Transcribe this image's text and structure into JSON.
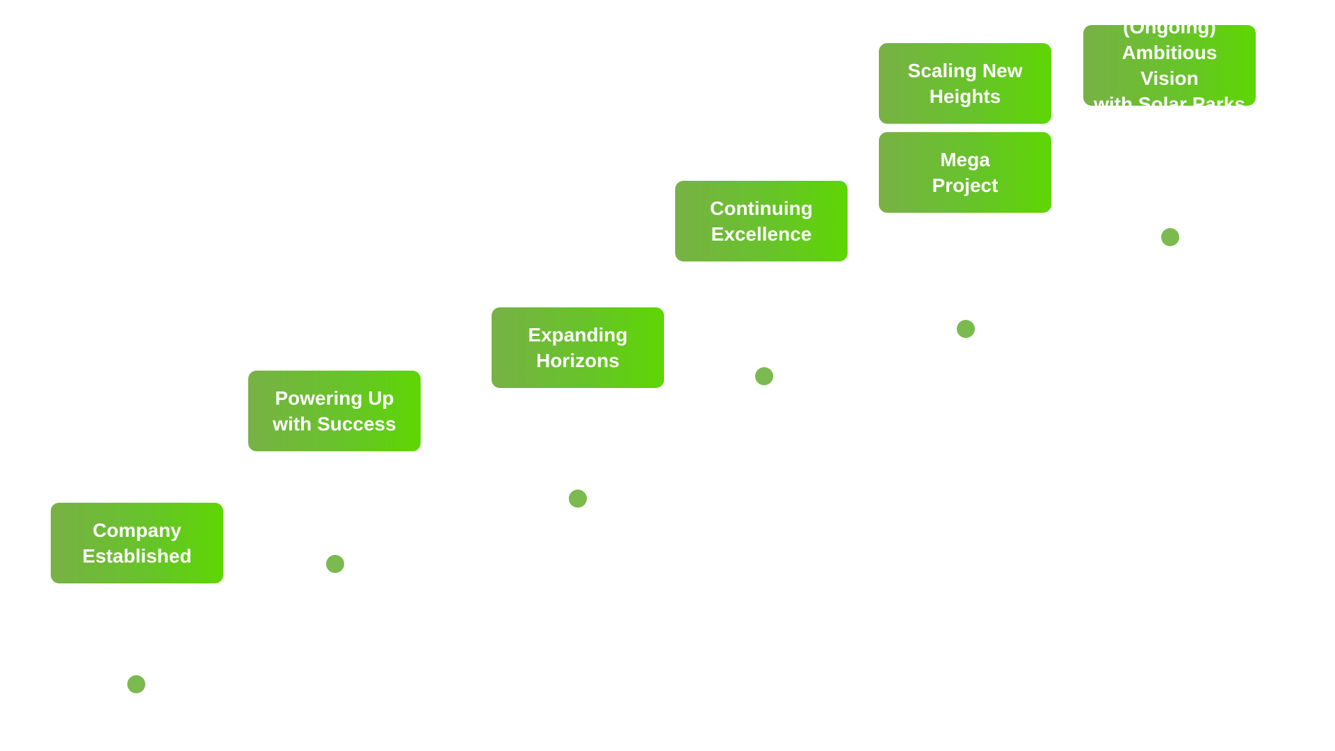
{
  "timeline": {
    "milestones": [
      {
        "label": "Company\nEstablished"
      },
      {
        "label": "Powering Up\nwith Success"
      },
      {
        "label": "Expanding\nHorizons"
      },
      {
        "label": "Continuing\nExcellence"
      },
      {
        "label": "Mega\nProject"
      },
      {
        "label": "Scaling New\nHeights"
      },
      {
        "label": "(Ongoing)\nAmbitious Vision\nwith Solar Parks"
      }
    ]
  },
  "colors": {
    "card_gradient_start": "#78b146",
    "card_gradient_end": "#5ed603",
    "dot": "#7bba4e",
    "text": "#ffffff",
    "background": "#ffffff"
  }
}
